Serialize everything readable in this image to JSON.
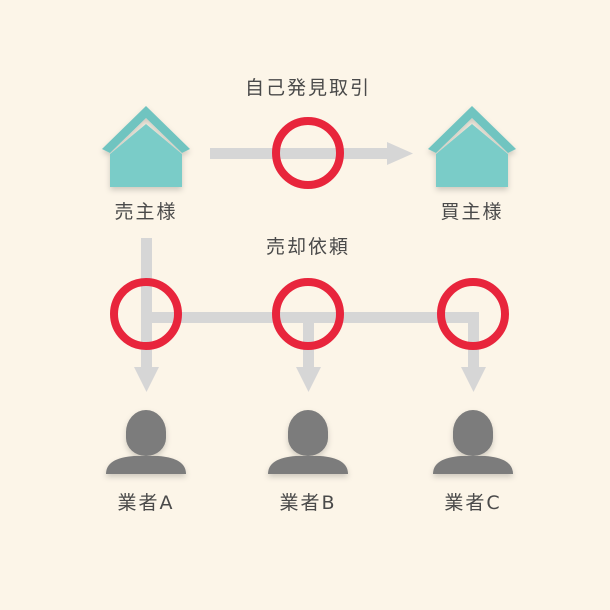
{
  "labels": {
    "direct_title": "自己発見取引",
    "sale_title": "売却依頼",
    "seller": "売主様",
    "buyer": "買主様",
    "agents": [
      "業者A",
      "業者B",
      "業者C"
    ]
  },
  "colors": {
    "background": "#fcf5e8",
    "house_body": "#7accc8",
    "house_roof": "#6fc4c0",
    "arrow": "#d6d6d6",
    "circle": "#e8253c",
    "person": "#7b7b7b",
    "text": "#4a4a4a"
  },
  "icons": {
    "seller": "house-icon",
    "buyer": "house-icon",
    "agent": "person-icon",
    "allowed_mark": "circle-mark-icon"
  }
}
